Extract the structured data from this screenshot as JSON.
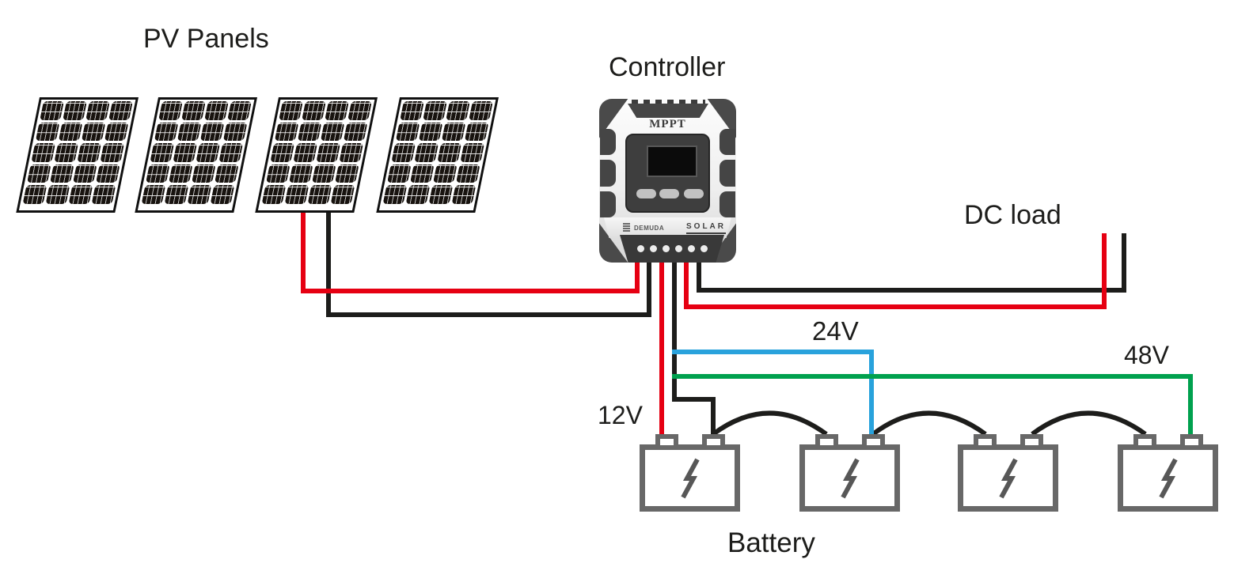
{
  "labels": {
    "pv_panels": "PV Panels",
    "controller": "Controller",
    "dc_load": "DC load",
    "battery": "Battery",
    "v12": "12V",
    "v24": "24V",
    "v48": "48V"
  },
  "controller_device": {
    "technology": "MPPT",
    "brand_left": "DEMUDA",
    "brand_right": "SOLAR",
    "button_count": 3,
    "terminal_count": 6
  },
  "components": {
    "pv_panel_count": 4,
    "battery_count": 4,
    "pv_panel_grid": {
      "cols": 4,
      "rows": 5
    }
  },
  "colors": {
    "positive_wire": "#e60012",
    "negative_wire": "#1d1d1b",
    "wire_24v": "#29a2dc",
    "wire_48v": "#00a14e",
    "battery_outline": "#686868",
    "text": "#1d1d1b"
  }
}
